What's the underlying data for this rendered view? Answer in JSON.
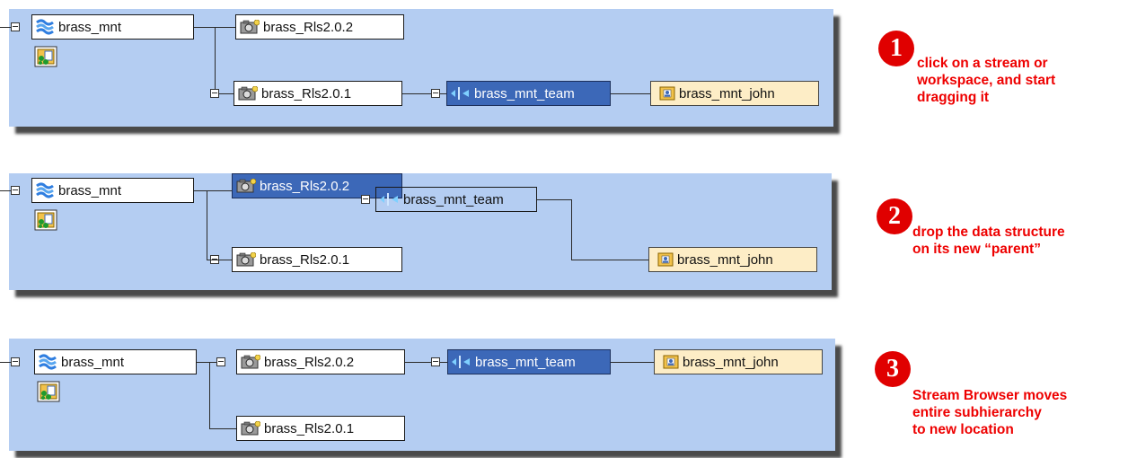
{
  "panel1": {
    "root": "brass_mnt",
    "snap_a": "brass_Rls2.0.2",
    "snap_b": "brass_Rls2.0.1",
    "team": "brass_mnt_team",
    "workspace": "brass_mnt_john"
  },
  "panel2": {
    "root": "brass_mnt",
    "snap_a": "brass_Rls2.0.2",
    "snap_b": "brass_Rls2.0.1",
    "team": "brass_mnt_team",
    "workspace": "brass_mnt_john"
  },
  "panel3": {
    "root": "brass_mnt",
    "snap_a": "brass_Rls2.0.2",
    "snap_b": "brass_Rls2.0.1",
    "team": "brass_mnt_team",
    "workspace": "brass_mnt_john"
  },
  "steps": [
    {
      "number": "1",
      "lines": [
        "click on a stream or",
        "workspace, and start",
        "dragging it"
      ]
    },
    {
      "number": "2",
      "lines": [
        "drop the data structure",
        "on its new “parent”"
      ]
    },
    {
      "number": "3",
      "lines": [
        "Stream Browser moves",
        "entire subhierarchy",
        "to new location"
      ]
    }
  ],
  "icons": {
    "stream": "stream-icon",
    "component": "component-icon",
    "snapshot": "snapshot-icon",
    "team": "team-stream-icon",
    "workspace": "workspace-icon",
    "toggle": "collapse-toggle-icon"
  },
  "colors": {
    "panel_bg": "#b4cdf2",
    "selected_bg": "#3c68b8",
    "workspace_bg": "#fdedc6",
    "note": "#ee0000"
  }
}
